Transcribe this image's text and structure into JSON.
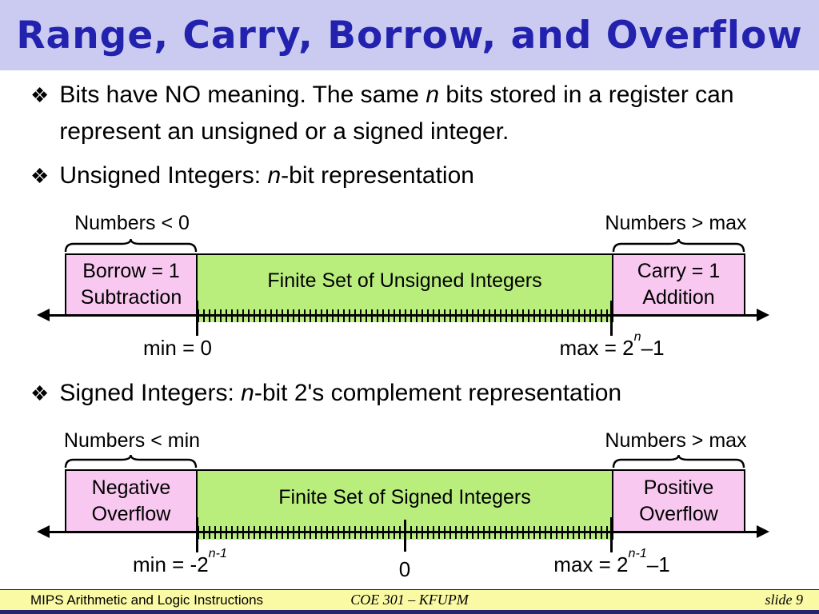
{
  "title": "Range, Carry, Borrow, and Overflow",
  "bullet_char": "❖",
  "bullets": {
    "b1": {
      "pre": "Bits have NO meaning. The same ",
      "italic": "n",
      "post": " bits stored in a register can represent an unsigned or a signed integer."
    },
    "b2": {
      "pre": "Unsigned Integers: ",
      "italic": "n",
      "post": "-bit representation"
    },
    "b3": {
      "pre": "Signed Integers: ",
      "italic": "n",
      "post": "-bit 2's complement representation"
    }
  },
  "unsigned_diagram": {
    "left_range_label": "Numbers < 0",
    "right_range_label": "Numbers > max",
    "left_box_line1": "Borrow = 1",
    "left_box_line2": "Subtraction",
    "center_box_label": "Finite Set of Unsigned Integers",
    "right_box_line1": "Carry = 1",
    "right_box_line2": "Addition",
    "min_label": "min = 0",
    "max_label_base": "max = 2",
    "max_label_sup": "n",
    "max_label_tail": "–1"
  },
  "signed_diagram": {
    "left_range_label": "Numbers < min",
    "right_range_label": "Numbers > max",
    "left_box_line1": "Negative",
    "left_box_line2": "Overflow",
    "center_box_label": "Finite Set of Signed Integers",
    "right_box_line1": "Positive",
    "right_box_line2": "Overflow",
    "min_label_base": "min = -2",
    "min_label_sup": "n-1",
    "zero_label": "0",
    "max_label_base": "max = 2",
    "max_label_sup": "n-1",
    "max_label_tail": "–1"
  },
  "footer": {
    "left": "MIPS Arithmetic and Logic Instructions",
    "center": "COE 301 – KFUPM",
    "right": "slide 9"
  },
  "colors": {
    "title_bg": "#cbcbf2",
    "title_text": "#2222ae",
    "pink_box": "#f8c8f0",
    "green_box": "#b9ee7d",
    "footer_bg": "#fafaa5",
    "bottom_strip": "#26266e"
  }
}
